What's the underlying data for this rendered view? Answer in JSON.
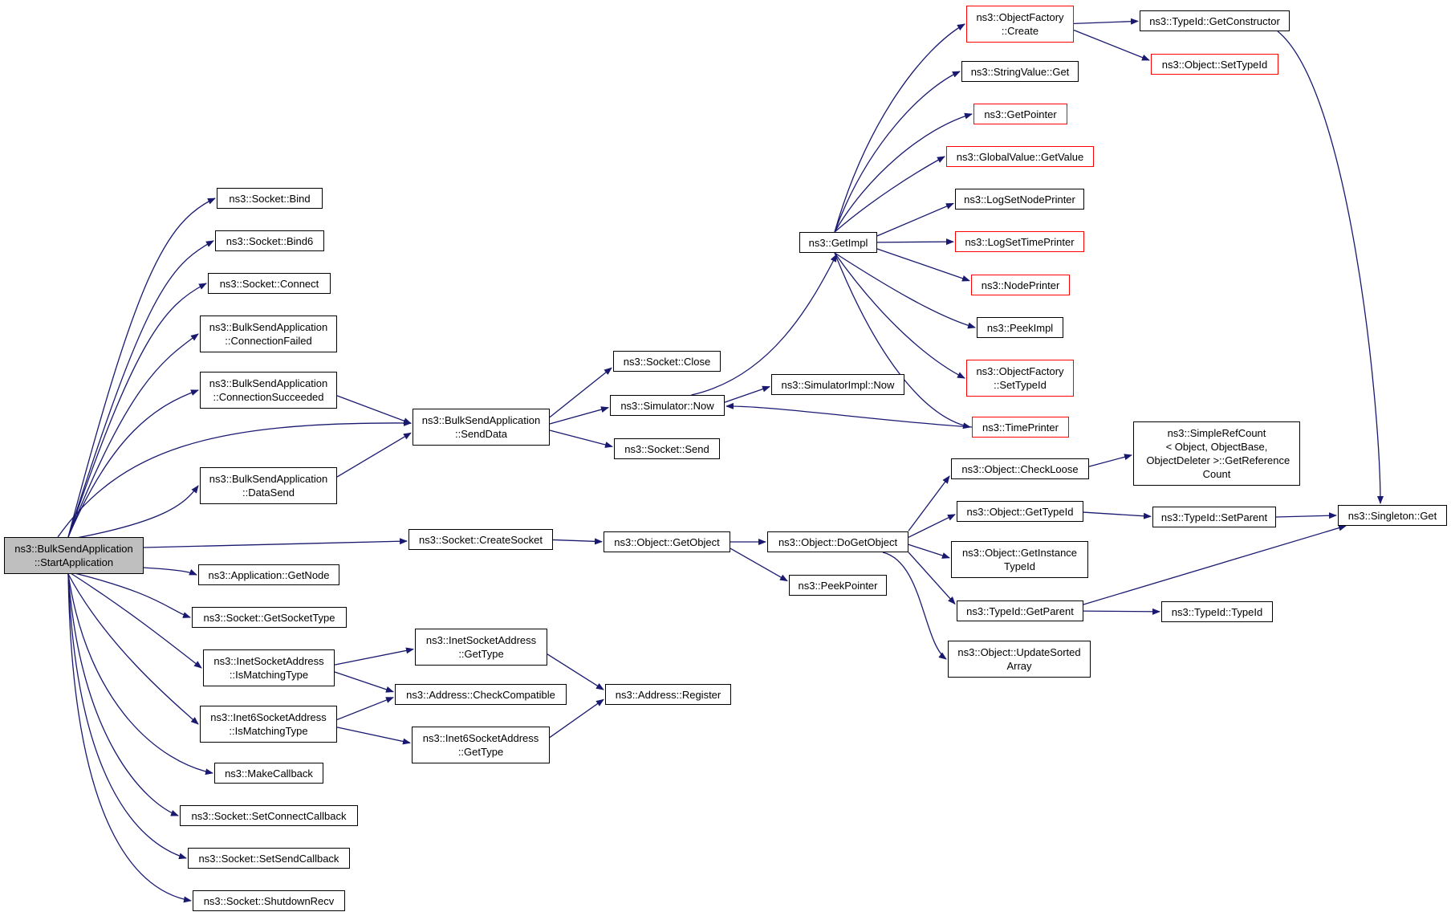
{
  "colors": {
    "edge": "#191970",
    "node_border": "#000000",
    "node_border_truncated": "#ff0000",
    "root_fill": "#bfbfbf"
  },
  "nodes": [
    {
      "id": "start_app",
      "label": "ns3::BulkSendApplication\n::StartApplication",
      "style": "root"
    },
    {
      "id": "sock_bind",
      "label": "ns3::Socket::Bind",
      "style": "normal"
    },
    {
      "id": "sock_bind6",
      "label": "ns3::Socket::Bind6",
      "style": "normal"
    },
    {
      "id": "sock_connect",
      "label": "ns3::Socket::Connect",
      "style": "normal"
    },
    {
      "id": "conn_failed",
      "label": "ns3::BulkSendApplication\n::ConnectionFailed",
      "style": "normal"
    },
    {
      "id": "conn_succ",
      "label": "ns3::BulkSendApplication\n::ConnectionSucceeded",
      "style": "normal"
    },
    {
      "id": "data_send",
      "label": "ns3::BulkSendApplication\n::DataSend",
      "style": "normal"
    },
    {
      "id": "create_socket",
      "label": "ns3::Socket::CreateSocket",
      "style": "normal"
    },
    {
      "id": "app_getnode",
      "label": "ns3::Application::GetNode",
      "style": "normal"
    },
    {
      "id": "sock_getsockettype",
      "label": "ns3::Socket::GetSocketType",
      "style": "normal"
    },
    {
      "id": "inet_ismatch",
      "label": "ns3::InetSocketAddress\n::IsMatchingType",
      "style": "normal"
    },
    {
      "id": "inet6_ismatch",
      "label": "ns3::Inet6SocketAddress\n::IsMatchingType",
      "style": "normal"
    },
    {
      "id": "make_callback",
      "label": "ns3::MakeCallback",
      "style": "normal"
    },
    {
      "id": "sock_setconnectcb",
      "label": "ns3::Socket::SetConnectCallback",
      "style": "normal"
    },
    {
      "id": "sock_setsendcb",
      "label": "ns3::Socket::SetSendCallback",
      "style": "normal"
    },
    {
      "id": "sock_shutdownrecv",
      "label": "ns3::Socket::ShutdownRecv",
      "style": "normal"
    },
    {
      "id": "send_data",
      "label": "ns3::BulkSendApplication\n::SendData",
      "style": "normal"
    },
    {
      "id": "sock_close",
      "label": "ns3::Socket::Close",
      "style": "normal"
    },
    {
      "id": "sim_now",
      "label": "ns3::Simulator::Now",
      "style": "normal"
    },
    {
      "id": "sock_send",
      "label": "ns3::Socket::Send",
      "style": "normal"
    },
    {
      "id": "simimpl_now",
      "label": "ns3::SimulatorImpl::Now",
      "style": "normal"
    },
    {
      "id": "get_impl",
      "label": "ns3::GetImpl",
      "style": "normal"
    },
    {
      "id": "objfactory_create",
      "label": "ns3::ObjectFactory\n::Create",
      "style": "red"
    },
    {
      "id": "stringvalue_get",
      "label": "ns3::StringValue::Get",
      "style": "normal"
    },
    {
      "id": "get_pointer",
      "label": "ns3::GetPointer",
      "style": "red"
    },
    {
      "id": "globalvalue_getvalue",
      "label": "ns3::GlobalValue::GetValue",
      "style": "red"
    },
    {
      "id": "log_setnodeprinter",
      "label": "ns3::LogSetNodePrinter",
      "style": "normal"
    },
    {
      "id": "log_settimeprinter",
      "label": "ns3::LogSetTimePrinter",
      "style": "red"
    },
    {
      "id": "node_printer",
      "label": "ns3::NodePrinter",
      "style": "red"
    },
    {
      "id": "peek_impl",
      "label": "ns3::PeekImpl",
      "style": "normal"
    },
    {
      "id": "objfactory_settypeid",
      "label": "ns3::ObjectFactory\n::SetTypeId",
      "style": "red"
    },
    {
      "id": "time_printer",
      "label": "ns3::TimePrinter",
      "style": "red"
    },
    {
      "id": "typeid_getconstructor",
      "label": "ns3::TypeId::GetConstructor",
      "style": "normal"
    },
    {
      "id": "object_settypeid",
      "label": "ns3::Object::SetTypeId",
      "style": "red"
    },
    {
      "id": "object_getobject",
      "label": "ns3::Object::GetObject",
      "style": "normal"
    },
    {
      "id": "object_dogetobject",
      "label": "ns3::Object::DoGetObject",
      "style": "normal"
    },
    {
      "id": "peek_pointer",
      "label": "ns3::PeekPointer",
      "style": "normal"
    },
    {
      "id": "object_checkloose",
      "label": "ns3::Object::CheckLoose",
      "style": "normal"
    },
    {
      "id": "object_gettypeid",
      "label": "ns3::Object::GetTypeId",
      "style": "normal"
    },
    {
      "id": "object_getinstancetypeid",
      "label": "ns3::Object::GetInstance\nTypeId",
      "style": "normal"
    },
    {
      "id": "typeid_getparent",
      "label": "ns3::TypeId::GetParent",
      "style": "normal"
    },
    {
      "id": "object_updatesortedarray",
      "label": "ns3::Object::UpdateSorted\nArray",
      "style": "normal"
    },
    {
      "id": "simplerefcount",
      "label": "ns3::SimpleRefCount\n< Object, ObjectBase,\n ObjectDeleter >::GetReference\nCount",
      "style": "normal"
    },
    {
      "id": "typeid_setparent",
      "label": "ns3::TypeId::SetParent",
      "style": "normal"
    },
    {
      "id": "singleton_get",
      "label": "ns3::Singleton::Get",
      "style": "normal"
    },
    {
      "id": "typeid_typeid",
      "label": "ns3::TypeId::TypeId",
      "style": "normal"
    },
    {
      "id": "inet_gettype",
      "label": "ns3::InetSocketAddress\n::GetType",
      "style": "normal"
    },
    {
      "id": "address_checkcompat",
      "label": "ns3::Address::CheckCompatible",
      "style": "normal"
    },
    {
      "id": "inet6_gettype",
      "label": "ns3::Inet6SocketAddress\n::GetType",
      "style": "normal"
    },
    {
      "id": "address_register",
      "label": "ns3::Address::Register",
      "style": "normal"
    }
  ],
  "edges": [
    [
      "start_app",
      "sock_bind"
    ],
    [
      "start_app",
      "sock_bind6"
    ],
    [
      "start_app",
      "sock_connect"
    ],
    [
      "start_app",
      "conn_failed"
    ],
    [
      "start_app",
      "conn_succ"
    ],
    [
      "start_app",
      "send_data"
    ],
    [
      "start_app",
      "data_send"
    ],
    [
      "start_app",
      "create_socket"
    ],
    [
      "start_app",
      "app_getnode"
    ],
    [
      "start_app",
      "sock_getsockettype"
    ],
    [
      "start_app",
      "inet_ismatch"
    ],
    [
      "start_app",
      "inet6_ismatch"
    ],
    [
      "start_app",
      "make_callback"
    ],
    [
      "start_app",
      "sock_setconnectcb"
    ],
    [
      "start_app",
      "sock_setsendcb"
    ],
    [
      "start_app",
      "sock_shutdownrecv"
    ],
    [
      "conn_succ",
      "send_data"
    ],
    [
      "data_send",
      "send_data"
    ],
    [
      "send_data",
      "sock_close"
    ],
    [
      "send_data",
      "sim_now"
    ],
    [
      "send_data",
      "sock_send"
    ],
    [
      "sim_now",
      "simimpl_now"
    ],
    [
      "sim_now",
      "get_impl"
    ],
    [
      "get_impl",
      "objfactory_create"
    ],
    [
      "get_impl",
      "stringvalue_get"
    ],
    [
      "get_impl",
      "get_pointer"
    ],
    [
      "get_impl",
      "globalvalue_getvalue"
    ],
    [
      "get_impl",
      "log_setnodeprinter"
    ],
    [
      "get_impl",
      "log_settimeprinter"
    ],
    [
      "get_impl",
      "node_printer"
    ],
    [
      "get_impl",
      "peek_impl"
    ],
    [
      "get_impl",
      "objfactory_settypeid"
    ],
    [
      "get_impl",
      "time_printer"
    ],
    [
      "time_printer",
      "sim_now"
    ],
    [
      "objfactory_create",
      "typeid_getconstructor"
    ],
    [
      "objfactory_create",
      "object_settypeid"
    ],
    [
      "typeid_getconstructor",
      "singleton_get"
    ],
    [
      "create_socket",
      "object_getobject"
    ],
    [
      "object_getobject",
      "object_dogetobject"
    ],
    [
      "object_getobject",
      "peek_pointer"
    ],
    [
      "object_dogetobject",
      "object_checkloose"
    ],
    [
      "object_dogetobject",
      "object_gettypeid"
    ],
    [
      "object_dogetobject",
      "object_getinstancetypeid"
    ],
    [
      "object_dogetobject",
      "typeid_getparent"
    ],
    [
      "object_dogetobject",
      "object_updatesortedarray"
    ],
    [
      "object_checkloose",
      "simplerefcount"
    ],
    [
      "object_gettypeid",
      "typeid_setparent"
    ],
    [
      "typeid_setparent",
      "singleton_get"
    ],
    [
      "typeid_getparent",
      "singleton_get"
    ],
    [
      "typeid_getparent",
      "typeid_typeid"
    ],
    [
      "inet_ismatch",
      "inet_gettype"
    ],
    [
      "inet_ismatch",
      "address_checkcompat"
    ],
    [
      "inet6_ismatch",
      "address_checkcompat"
    ],
    [
      "inet6_ismatch",
      "inet6_gettype"
    ],
    [
      "inet_gettype",
      "address_register"
    ],
    [
      "inet6_gettype",
      "address_register"
    ]
  ]
}
